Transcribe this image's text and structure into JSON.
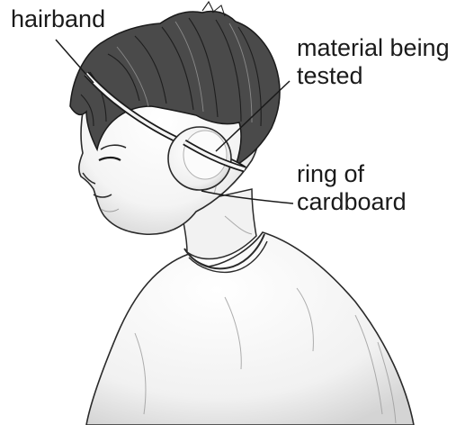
{
  "labels": {
    "hairband": "hairband",
    "material_line1": "material being",
    "material_line2": "tested",
    "ring_line1": "ring of",
    "ring_line2": "cardboard"
  },
  "colors": {
    "ink": "#1a1a1a",
    "hair": "#3a3a3a",
    "shade": "#c8c8c8",
    "background": "#ffffff"
  }
}
